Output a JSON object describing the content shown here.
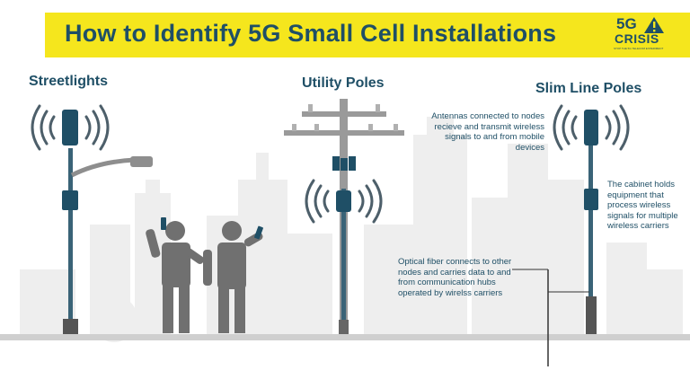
{
  "header": {
    "title": "How to Identify 5G Small Cell Installations",
    "logo_line1": "5G",
    "logo_line2": "CRISIS",
    "logo_tagline": "STOP THE 5G TELECOM EXPERIMENT"
  },
  "sections": {
    "streetlights": "Streetlights",
    "utility_poles": "Utility Poles",
    "slim_line_poles": "Slim Line Poles"
  },
  "callouts": {
    "antennas": "Antennas connected to nodes recieve and transmit wireless signals to and from mobile devices",
    "cabinet": "The cabinet holds equipment that process wireless signals for multiple wireless carriers",
    "fiber": "Optical fiber connects to other nodes and carries data to and from communication hubs operated by wirelss carriers"
  },
  "colors": {
    "banner": "#f5e61d",
    "navy": "#1f4f66",
    "pole": "#3a6377",
    "skyline": "#eeeeee",
    "people": "#707070",
    "ground": "#cfcfcf",
    "signal": "#4d5f6a"
  },
  "icons": {
    "logo_mark": "warning-triangle-icon",
    "signal": "signal-waves-icon"
  }
}
